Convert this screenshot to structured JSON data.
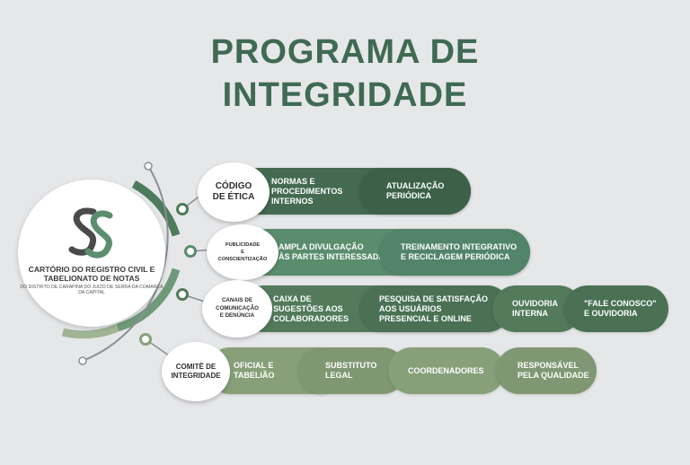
{
  "title": {
    "line1": "PROGRAMA DE",
    "line2": "INTEGRIDADE"
  },
  "logo": {
    "name": "CARTÓRIO DO REGISTRO CIVIL\nE TABELIONATO DE NOTAS",
    "subtitle": "DO DISTRITO DE CARAPINA DO JUIZO\nDE SERRA DA COMARCA DA CAPITAL",
    "colors": {
      "dark": "#4a4a4a",
      "green": "#5b8e6f"
    }
  },
  "rows": [
    {
      "node": "CÓDIGO\nDE ÉTICA",
      "items": [
        "NORMAS E\nPROCEDIMENTOS\nINTERNOS",
        "ATUALIZAÇÃO\nPERIÓDICA"
      ]
    },
    {
      "node": "PUBLICIDADE\nE\nCONSCIENTIZAÇÃO",
      "items": [
        "AMPLA DIVULGAÇÃO\nÀS PARTES INTERESSADAS",
        "TREINAMENTO INTEGRATIVO\nE RECICLAGEM PERIÓDICA"
      ]
    },
    {
      "node": "CANAIS DE\nCOMUNICAÇÃO\nE DENÚNCIA",
      "items": [
        "CAIXA DE\nSUGESTÕES AOS\nCOLABORADORES",
        "PESQUISA DE SATISFAÇÃO\nAOS USUÁRIOS\nPRESENCIAL E ONLINE",
        "OUVIDORIA\nINTERNA",
        "\"FALE CONOSCO\"\nE OUVIDORIA"
      ]
    },
    {
      "node": "COMITÊ DE\nINTEGRIDADE",
      "items": [
        "OFICIAL E\nTABELIÃO",
        "SUBSTITUTO\nLEGAL",
        "COORDENADORES",
        "RESPONSÁVEL\nPELA QUALIDADE"
      ]
    }
  ],
  "colors": {
    "title": "#3f6a53",
    "background": "#e6e7e9",
    "row1": "#446a50",
    "row2": "#5a8d6d",
    "row3": "#527a5b",
    "row4": "#87a079"
  }
}
